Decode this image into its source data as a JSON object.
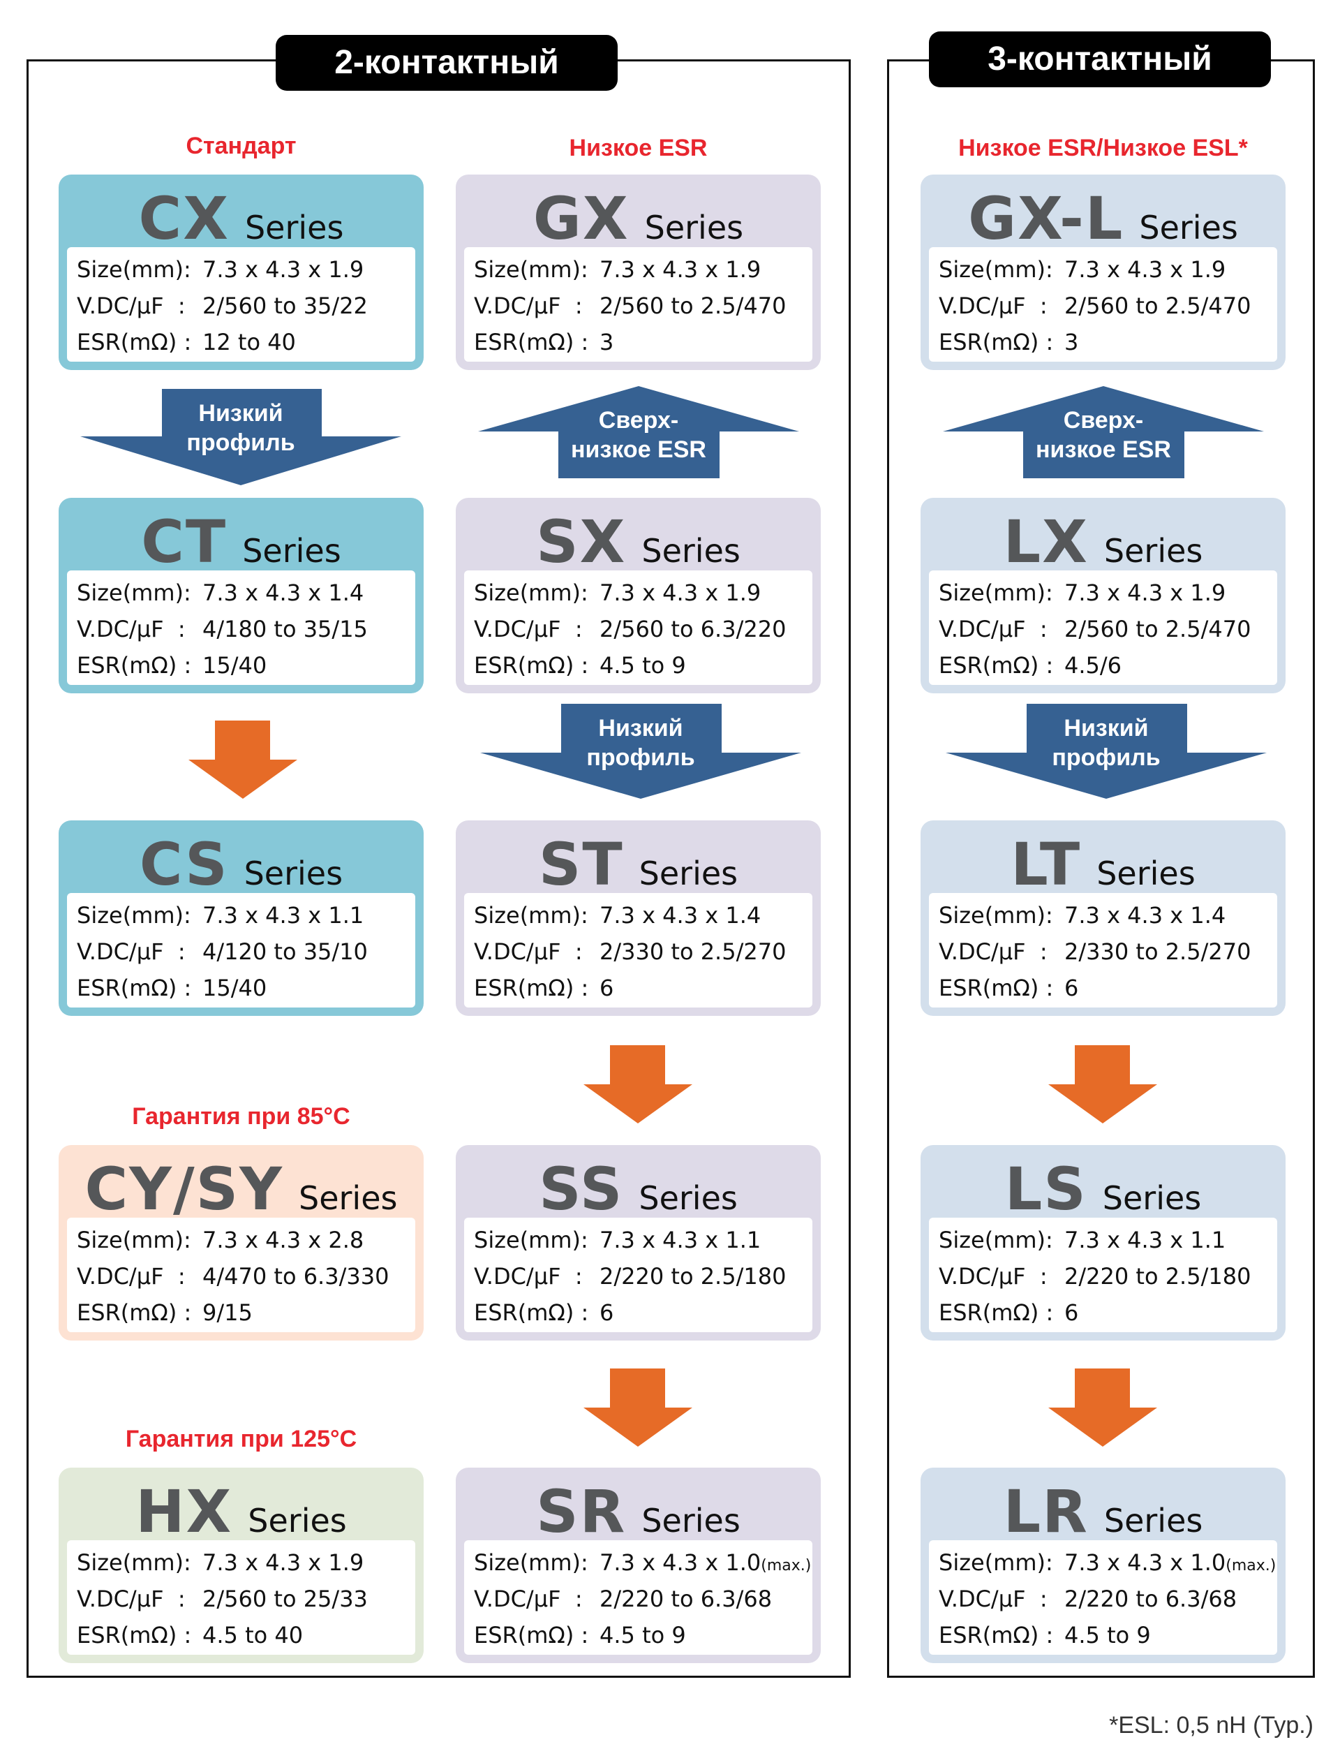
{
  "colors": {
    "cx_group": "#86c8d8",
    "gx_group": "#dedae8",
    "gxl_group": "#d3dfec",
    "cysy": "#fde2d3",
    "hx": "#e2ead9",
    "blue_arrow": "#366192",
    "orange_arrow": "#e66b27",
    "category_red": "#e8262e"
  },
  "groups": {
    "two_terminal": {
      "title": "2-контактный"
    },
    "three_terminal": {
      "title": "3-контактный"
    }
  },
  "categories": {
    "standard": "Стандарт",
    "low_esr": "Низкое ESR",
    "low_esr_esl": "Низкое ESR/Низкое ESL*",
    "warranty_85": "Гарантия при 85°C",
    "warranty_125": "Гарантия при 125°C"
  },
  "spec_labels": {
    "size": "Size(mm):",
    "vdc": "V.DC/μF  :",
    "esr": "ESR(mΩ) :"
  },
  "series_word": "Series",
  "cards": {
    "cx": {
      "name": "CX",
      "size": "7.3 x 4.3 x 1.9",
      "size_note": "",
      "vdc": "2/560 to 35/22",
      "esr": "12 to 40"
    },
    "ct": {
      "name": "CT",
      "size": "7.3 x 4.3 x 1.4",
      "size_note": "",
      "vdc": "4/180 to 35/15",
      "esr": "15/40"
    },
    "cs": {
      "name": "CS",
      "size": "7.3 x 4.3 x 1.1",
      "size_note": "",
      "vdc": "4/120 to 35/10",
      "esr": "15/40"
    },
    "cysy": {
      "name": "CY/SY",
      "size": "7.3 x 4.3 x 2.8",
      "size_note": "",
      "vdc": "4/470 to 6.3/330",
      "esr": "9/15"
    },
    "hx": {
      "name": "HX",
      "size": "7.3 x 4.3 x 1.9",
      "size_note": "",
      "vdc": "2/560 to 25/33",
      "esr": "4.5 to 40"
    },
    "gx": {
      "name": "GX",
      "size": "7.3 x 4.3 x 1.9",
      "size_note": "",
      "vdc": "2/560 to 2.5/470",
      "esr": "3"
    },
    "sx": {
      "name": "SX",
      "size": "7.3 x 4.3 x 1.9",
      "size_note": "",
      "vdc": "2/560 to 6.3/220",
      "esr": "4.5 to 9"
    },
    "st": {
      "name": "ST",
      "size": "7.3 x 4.3 x 1.4",
      "size_note": "",
      "vdc": "2/330 to 2.5/270",
      "esr": "6"
    },
    "ss": {
      "name": "SS",
      "size": "7.3 x 4.3 x 1.1",
      "size_note": "",
      "vdc": "2/220 to 2.5/180",
      "esr": "6"
    },
    "sr": {
      "name": "SR",
      "size": "7.3 x 4.3 x 1.0",
      "size_note": "(max.)",
      "vdc": "2/220 to 6.3/68",
      "esr": "4.5 to 9"
    },
    "gxl": {
      "name": "GX-L",
      "size": "7.3 x 4.3 x 1.9",
      "size_note": "",
      "vdc": "2/560 to 2.5/470",
      "esr": "3"
    },
    "lx": {
      "name": "LX",
      "size": "7.3 x 4.3 x 1.9",
      "size_note": "",
      "vdc": "2/560 to 2.5/470",
      "esr": "4.5/6"
    },
    "lt": {
      "name": "LT",
      "size": "7.3 x 4.3 x 1.4",
      "size_note": "",
      "vdc": "2/330 to 2.5/270",
      "esr": "6"
    },
    "ls": {
      "name": "LS",
      "size": "7.3 x 4.3 x 1.1",
      "size_note": "",
      "vdc": "2/220 to 2.5/180",
      "esr": "6"
    },
    "lr": {
      "name": "LR",
      "size": "7.3 x 4.3 x 1.0",
      "size_note": "(max.)",
      "vdc": "2/220 to 6.3/68",
      "esr": "4.5 to 9"
    }
  },
  "arrows": {
    "low_profile": {
      "line1": "Низкий",
      "line2": "профиль"
    },
    "ultra_low_esr": {
      "line1": "Сверх-",
      "line2": "низкое ESR"
    }
  },
  "footnote": "*ESL: 0,5 nH (Typ.)"
}
